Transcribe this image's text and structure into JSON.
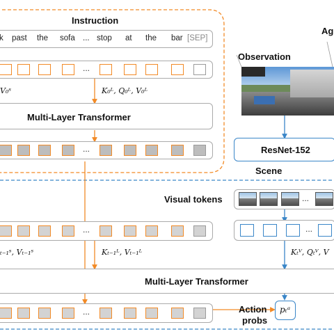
{
  "instruction": {
    "title": "Instruction",
    "tokens": [
      "k",
      "past",
      "the",
      "sofa",
      "...",
      "stop",
      "at",
      "the",
      "bar",
      "[SEP]"
    ]
  },
  "agent": {
    "title_fragment": "Ag"
  },
  "observation": {
    "label": "Observation"
  },
  "encoder": {
    "label": "ResNet-152"
  },
  "scene": {
    "label": "Scene"
  },
  "visual_tokens": {
    "label": "Visual tokens"
  },
  "transformer": {
    "top_label": "Multi-Layer Transformer",
    "bottom_label": "Multi-Layer Transformer"
  },
  "formulas": {
    "lang_kqv_0_left": "V₀ˢ",
    "lang_kqv_0": "K₀ᴸ, Q₀ᴸ, V₀ᴸ",
    "lang_kqv_t_left": "ₜ₋₁ˢ, Vₜ₋₁ˢ",
    "lang_kqv_t": "Kₜ₋₁ᴸ, Vₜ₋₁ᴸ",
    "vis_kqv_t": "Kₜⱽ, Qₜⱽ, V"
  },
  "action": {
    "label_line1": "Action",
    "label_line2": "probs",
    "symbol": "pₜᵃ"
  },
  "dots": "...",
  "colors": {
    "orange": "#f28a26",
    "blue": "#3a86c8",
    "gray": "#9a9a9a"
  },
  "icons": [
    "panorama-image",
    "scene-thumbnail"
  ]
}
